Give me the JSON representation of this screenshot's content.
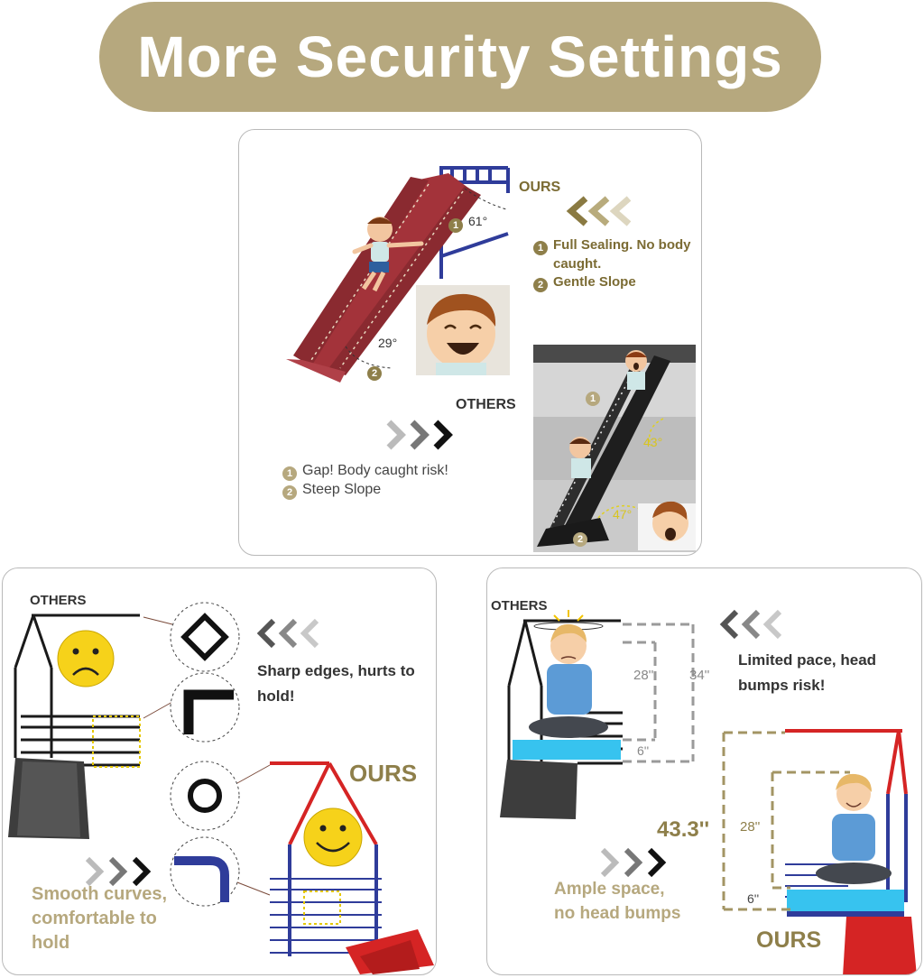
{
  "banner": {
    "title": "More Security Settings"
  },
  "top_panel": {
    "ours_label": "OURS",
    "others_label": "OTHERS",
    "ours_notes": [
      {
        "num": "1",
        "text_line1": "Full Sealing. No body",
        "text_line2": "caught."
      },
      {
        "num": "2",
        "text_line1": "Gentle Slope",
        "text_line2": ""
      }
    ],
    "others_notes": [
      {
        "num": "1",
        "text": "Gap!   Body caught risk!"
      },
      {
        "num": "2",
        "text": "Steep Slope"
      }
    ],
    "angles": {
      "ours_top": "61°",
      "ours_bottom": "29°",
      "others_top": "43°",
      "others_bottom": "47°"
    },
    "markers": {
      "ours_top": "1",
      "ours_bottom": "2",
      "others_top": "1",
      "others_bottom": "2"
    }
  },
  "left_panel": {
    "others_label": "OTHERS",
    "ours_label": "OURS",
    "others_note_line1": "Sharp edges, hurts to",
    "others_note_line2": "hold!",
    "ours_note_line1": "Smooth curves,",
    "ours_note_line2": "comfortable to",
    "ours_note_line3": "hold"
  },
  "right_panel": {
    "others_label": "OTHERS",
    "ours_label": "OURS",
    "others_note_line1": "Limited pace, head",
    "others_note_line2": "bumps risk!",
    "ours_note_line1": "Ample space,",
    "ours_note_line2": "no head bumps",
    "dimensions": {
      "others_inner": "28''",
      "others_outer": "34''",
      "others_bottom": "6''",
      "ours_total": "43.3''",
      "ours_inner": "28''",
      "ours_bottom": "6''"
    }
  },
  "colors": {
    "banner": "#b6a87e",
    "gold": "#7b6b33",
    "slide_red": "#a3333a",
    "frame_blue": "#2f3c9a",
    "mattress_blue": "#37c3ef",
    "smiley_yellow": "#f6d21a"
  }
}
